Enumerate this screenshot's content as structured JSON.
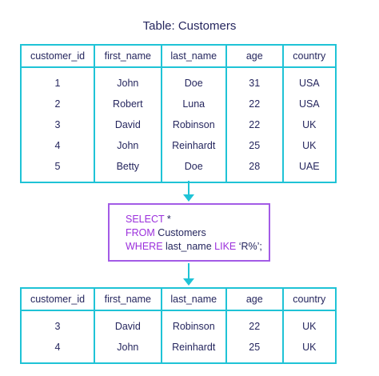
{
  "title": "Table: Customers",
  "columns": [
    "customer_id",
    "first_name",
    "last_name",
    "age",
    "country"
  ],
  "customers": [
    [
      "1",
      "John",
      "Doe",
      "31",
      "USA"
    ],
    [
      "2",
      "Robert",
      "Luna",
      "22",
      "USA"
    ],
    [
      "3",
      "David",
      "Robinson",
      "22",
      "UK"
    ],
    [
      "4",
      "John",
      "Reinhardt",
      "25",
      "UK"
    ],
    [
      "5",
      "Betty",
      "Doe",
      "28",
      "UAE"
    ]
  ],
  "query": {
    "line1": {
      "keyword": "SELECT",
      "rest": " *"
    },
    "line2": {
      "keyword": "FROM",
      "rest": " Customers"
    },
    "line3": {
      "keyword": "WHERE",
      "mid": " last_name ",
      "keyword2": "LIKE",
      "rest": " ‘R%’;"
    }
  },
  "result": [
    [
      "3",
      "David",
      "Robinson",
      "22",
      "UK"
    ],
    [
      "4",
      "John",
      "Reinhardt",
      "25",
      "UK"
    ]
  ],
  "colors": {
    "table_border": "#1fc3d6",
    "query_border": "#a35be6",
    "keyword": "#9b2fdc",
    "text": "#25265e"
  }
}
